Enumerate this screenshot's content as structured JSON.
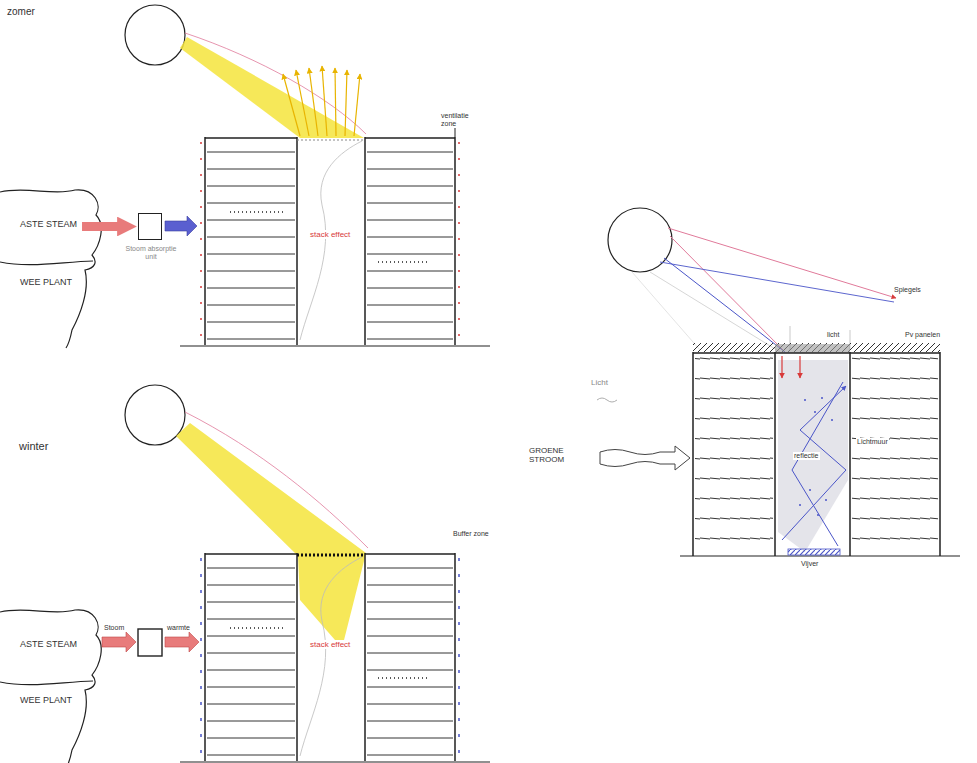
{
  "diagram": {
    "nodes": [
      {
        "text": [
          "ASTE STEAM"
        ]
      },
      {
        "text": [
          "WEE PLANT"
        ]
      },
      {
        "text": [
          "Stoom absorptie unit"
        ]
      },
      {
        "text": [
          "ASTE STEAM"
        ]
      },
      {
        "text": [
          "WEE PLANT"
        ]
      }
    ],
    "edges": [
      {
        "from": 0,
        "to": 2,
        "arrow": "to"
      }
    ],
    "labels": [
      "zomer",
      "ventilatie zone",
      "stack effect",
      "winter",
      "Buffer zone",
      "Stoom",
      "warmte",
      "stack effect",
      "Licht",
      "GROENE STROOM",
      "Spiegels",
      "Pv panelen",
      "licht",
      "Lichtmuur",
      "reflectie",
      "Vijver"
    ]
  }
}
